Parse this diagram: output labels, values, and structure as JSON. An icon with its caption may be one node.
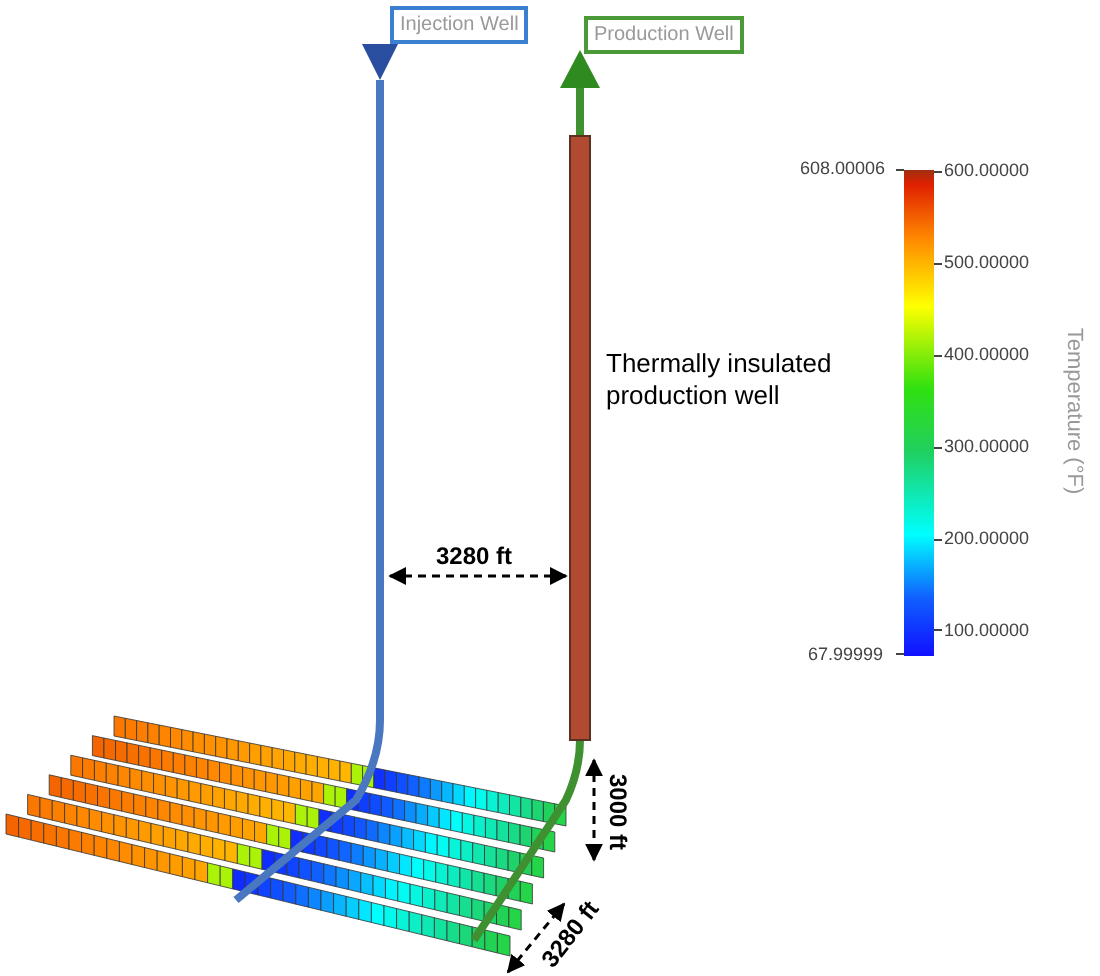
{
  "diagram": {
    "nodes": [
      {
        "text": [
          "Injection Well"
        ]
      },
      {
        "text": [
          "Production Well"
        ]
      }
    ],
    "labels": [
      "Thermally insulated production well",
      "3280 ft",
      "3000 ft",
      "3280 ft",
      "608.00006",
      "600.00000",
      "500.00000",
      "400.00000",
      "Temperature (°F)",
      "300.00000",
      "200.00000",
      "100.00000",
      "67.99999"
    ]
  }
}
